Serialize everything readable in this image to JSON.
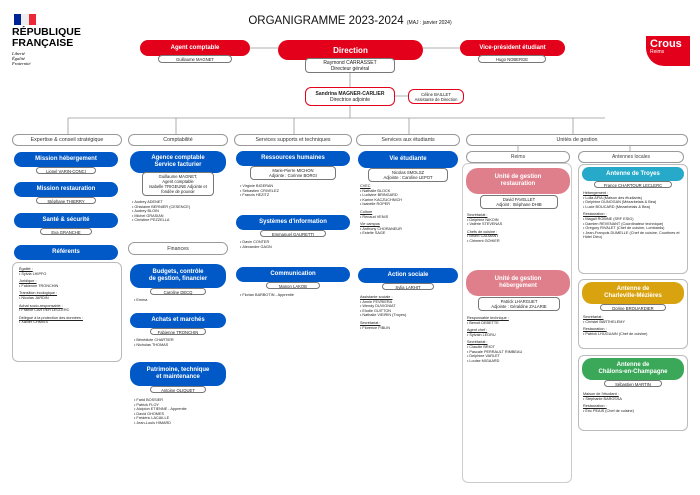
{
  "logo": {
    "line1": "RÉPUBLIQUE",
    "line2": "FRANÇAISE",
    "motto": [
      "Liberté",
      "Égalité",
      "Fraternité"
    ],
    "colors": [
      "#002395",
      "#ffffff",
      "#ed2939"
    ]
  },
  "header": {
    "title": "ORGANIGRAMME 2023-2024",
    "subtitle": "(MAJ : janvier 2024)"
  },
  "crous": {
    "name": "Crous",
    "region": "Reims"
  },
  "top": {
    "agent_comptable": {
      "label": "Agent comptable",
      "person": "Guillaume MAGNET"
    },
    "direction": {
      "label": "Direction",
      "person": "Raymond CARRASSET",
      "role": "Directeur général"
    },
    "vice_president": {
      "label": "Vice-président étudiant",
      "person": "Hugo NOBERGE"
    },
    "adjointe": {
      "person": "Sandrina MAGNER-CARLIER",
      "role": "Directrice adjointe"
    },
    "assistante": {
      "person": "Céline BAILLET",
      "role": "Assistante de Direction"
    }
  },
  "sections": {
    "expertise": "Expertise & conseil stratégique",
    "comptabilite": "Comptabilité",
    "supports": "Services supports et techniques",
    "etudiants": "Services aux étudiants",
    "gestion": "Unités de gestion",
    "finances": "Finances",
    "reims": "Reims",
    "antennes": "Antennes locales"
  },
  "expertise": {
    "hebergement": {
      "label": "Mission hébergement",
      "person": "Lionel VARIN-CONCI"
    },
    "restauration": {
      "label": "Mission restauration",
      "person": "Stéphane THIERRY"
    },
    "sante": {
      "label": "Santé & sécurité",
      "person": "Eva GRANCHE"
    },
    "referents": {
      "label": "Référents"
    },
    "referents_list": [
      {
        "h": "Égalité :",
        "p": "Sylvia LHIPFO"
      },
      {
        "h": "Juridique :",
        "p": "Fabienne TRONCHIN"
      },
      {
        "h": "Transition écologique :",
        "p": "Nicolas JARDIN"
      },
      {
        "h": "Achat socio-responsable :",
        "p": "France CARTIER LECLERC"
      },
      {
        "h": "Délégué à la protection des données :",
        "p": "Xavier CHMISS"
      }
    ]
  },
  "comptabilite": {
    "agence": {
      "label": "Agence comptable",
      "label2": "Service facturier"
    },
    "agence_box": [
      "Guillaume MAGNET,",
      "Agent comptable",
      "Isabelle TRIGEUNE Adjointe et",
      "fondée de pouvoir"
    ],
    "agence_list": [
      "Audrey ADENET",
      "Ghislaine BERNIER (CESENCE)",
      "Audrey BLOIN",
      "Michel GRASIAN",
      "Christine PEZZELLA"
    ],
    "budgets": {
      "label": "Budgets, contrôle",
      "label2": "de gestion, financier",
      "person": "Caroline DECQ"
    },
    "budgets_list": [
      "Emma"
    ],
    "achats": {
      "label": "Achats et marchés",
      "person": "Fabienne TRONCHIN"
    },
    "achats_list": [
      "Bénédicte CHARTIER",
      "Nicholas THOMAS"
    ],
    "patrimoine": {
      "label": "Patrimoine, technique",
      "label2": "et maintenance",
      "person": "Antoine OLIQUET"
    },
    "patrimoine_list": [
      "Farid BOSSIER",
      "Patrick FLOY",
      "Alcipion ETIENNE - Apprentie",
      "David GHOMES",
      "Frédéric LACAILLE",
      "Jean-Louis HIMARD"
    ]
  },
  "supports": {
    "rh": {
      "label": "Ressources humaines",
      "person": "Marie-Pierre MICHON",
      "person2": "Adjointe : Corinne BORGI"
    },
    "rh_list": [
      "Virginie BIGERAN",
      "Sébastien CRIVELEZ",
      "Francis HEZITZ"
    ],
    "si": {
      "label": "Systèmes d'information",
      "person": "Emmanuel GAURETTI"
    },
    "si_list": [
      "Davin CONTER",
      "Alexandre GAGN"
    ],
    "communication": {
      "label": "Communication",
      "person": "Manon LAKOB"
    },
    "communication_list": [
      "Florian BARBOTIN - Apprentie"
    ]
  },
  "etudiants": {
    "vie": {
      "label": "Vie étudiante",
      "person": "Nicolas SMOLSZ",
      "person2": "Adjointe : Caroline LEPOT"
    },
    "vie_list": [
      {
        "h": "CVEC",
        "items": [
          "Nathalie BLOCK",
          "Ludivine BRINGARD",
          "Karine KACZUCHNICH",
          "Isabelle ROPER"
        ]
      },
      {
        "h": "Culture",
        "items": [
          "Renaud VENIS"
        ]
      },
      {
        "h": "Vie campus",
        "items": [
          "Anthony CHORANEUR",
          "Estelle SAGE"
        ]
      }
    ],
    "action": {
      "label": "Action sociale",
      "person": "Sylia LARHIT"
    },
    "action_list": [
      {
        "h": "Assistante sociale :",
        "items": [
          "Annie FEVRIERA",
          "Wendy DUVIGNIAT",
          "Elodie GUITTON",
          "Nathalie VIEIRIN (Troyes)"
        ]
      },
      {
        "h": "Secrétariat :",
        "items": [
          "Florence FIBLIN"
        ]
      }
    ]
  },
  "gestion": {
    "restauration": {
      "label": "Unité de gestion",
      "label2": "restauration",
      "person": "David FAVELLET",
      "person2": "Adjoint : Stéphane DHIB"
    },
    "restauration_list": [
      {
        "h": "Secrétariat :",
        "items": [
          "Delphine NIKOIN",
          "Valérie STEVENAS"
        ]
      },
      {
        "h": "Chefs de cuisine :",
        "items": [
          "Bruno CALMANT",
          "Clément GOHIER"
        ]
      }
    ],
    "hebergement": {
      "label": "Unité de gestion",
      "label2": "hébergement",
      "person": "Patrick LHARGUET",
      "person2": "Adjointe : Géraldine ZALARIE"
    },
    "hebergement_list": [
      {
        "h": "Responsable technique :",
        "items": [
          "Benoit DEBETTE"
        ]
      },
      {
        "h": "Agent chef :",
        "items": [
          "Sylvain LEDRU"
        ]
      },
      {
        "h": "Secrétariat :",
        "items": [
          "Claudie BRIOT",
          "Pascale PERRAULT RIMBEAU",
          "Delphine VARLET",
          "Louise MIGAARD"
        ]
      }
    ],
    "troyes": {
      "label": "Antenne de Troyes",
      "person": "France CHARTOUR LECLERC"
    },
    "troyes_list": [
      {
        "h": "Hébergement :",
        "items": [
          "Lolla AFIA (Maison des étudiants)",
          "Delphine DUNOGAN (Mézarbelais & Bea)",
          "Lucie BOUCARD (Mézarbelais & Bea)"
        ]
      },
      {
        "h": "Restauration :",
        "items": [
          "Magali ROBINE (SRF ESIG)",
          "Damien REVENANT (Coordinateur technique)",
          "Grégory RIVALET (Chef de cuisine, Lombards)",
          "Jean-François DUMELLE (Chef de cuisine, Courtines et Hôtel Dieu)"
        ]
      }
    ],
    "charleville": {
      "label": "Antenne de",
      "label2": "Charleville-Mézières",
      "person": "Dorine BROUARDIER"
    },
    "charleville_list": [
      {
        "h": "Secrétariat :",
        "items": [
          "Christel BARTHELEMY"
        ]
      },
      {
        "h": "Restauration :",
        "items": [
          "Patrick LHUGUAIN (Chef de cuisine)"
        ]
      }
    ],
    "chalons": {
      "label": "Antenne de",
      "label2": "Châlons-en-Champagne",
      "person": "Sébastien MARTIN"
    },
    "chalons_list": [
      {
        "h": "Maison de l'étudiant :",
        "items": [
          "Stéphanie BAROSSA"
        ]
      },
      {
        "h": "Restauration :",
        "items": [
          "Éric PEAIS (Chef de cuisine)"
        ]
      }
    ]
  }
}
